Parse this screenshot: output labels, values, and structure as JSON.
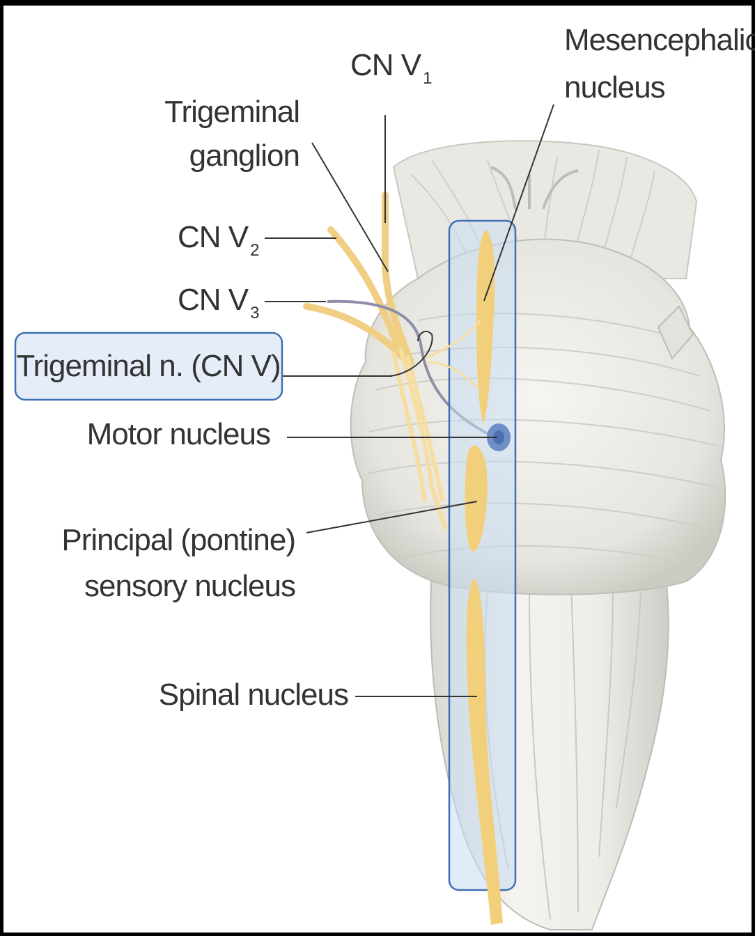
{
  "labels": {
    "cn_v1": {
      "main": "CN V",
      "sub": "1"
    },
    "trigeminal_ganglion": {
      "line1": "Trigeminal",
      "line2": "ganglion"
    },
    "cn_v2": {
      "main": "CN V",
      "sub": "2"
    },
    "cn_v3": {
      "main": "CN V",
      "sub": "3"
    },
    "trigeminal_nerve": "Trigeminal n. (CN V)",
    "motor_nucleus": "Motor nucleus",
    "principal_sensory": {
      "line1": "Principal (pontine)",
      "line2": "sensory nucleus"
    },
    "spinal_nucleus": "Spinal nucleus",
    "mesencephalic": {
      "line1": "Mesencephalic",
      "line2": "nucleus"
    }
  },
  "colors": {
    "highlight_box": "#3f6fb5",
    "highlight_fill": "#c9dcf2",
    "nucleus_yellow": "#f2cf7a",
    "motor_blue": "#6f8fc8",
    "brainstem": "#ecebe6",
    "leader_line": "#333333"
  }
}
